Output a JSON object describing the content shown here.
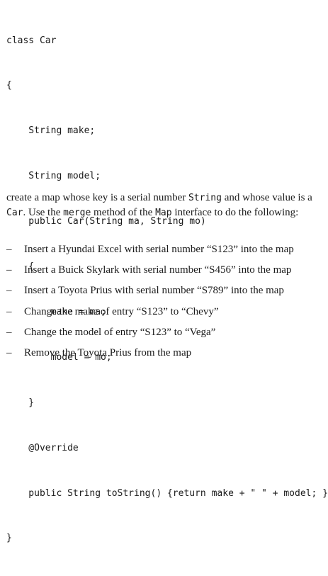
{
  "code": {
    "lines": [
      "class Car",
      "{",
      "    String make;",
      "    String model;",
      "    public Car(String ma, String mo)",
      "    {",
      "        make = ma;",
      "        model = mo;",
      "    }",
      "    @Override",
      "    public String toString() {return make + \" \" + model; }",
      "}"
    ]
  },
  "prose": {
    "p1": "create a map whose key is a serial number ",
    "code_string": "String",
    "p2": " and whose value is a ",
    "code_car": "Car",
    "p3": ". Use the ",
    "code_merge": "merge",
    "p4": " method of the ",
    "code_map": "Map",
    "p5": " interface to do the following:"
  },
  "bullets": {
    "marker": "–",
    "items": [
      "Insert a Hyundai Excel with serial number “S123” into the map",
      "Insert a Buick Skylark with serial number “S456” into the map",
      "Insert a Toyota Prius with serial number “S789” into the map",
      "Change the make of entry “S123” to “Chevy”",
      "Change the model of entry “S123” to “Vega”",
      "Remove the Toyota Prius from the map"
    ]
  }
}
